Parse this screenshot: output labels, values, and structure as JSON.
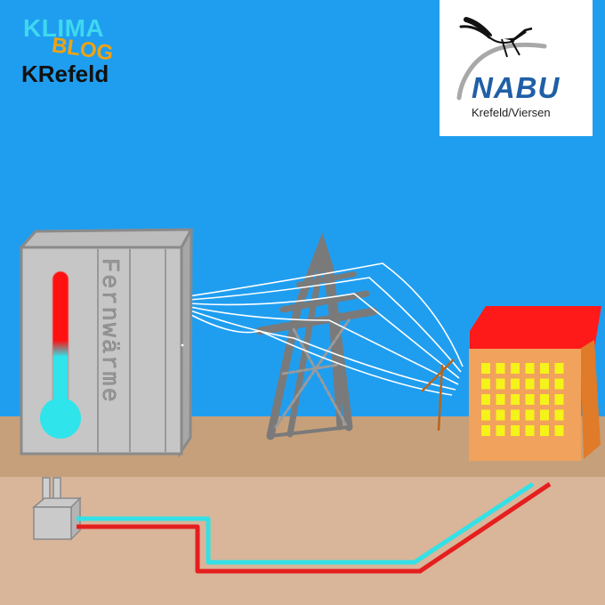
{
  "logo": {
    "line1": "KLIMA",
    "line2": "BLOG",
    "line3": "KRefeld"
  },
  "partner": {
    "name": "NABU",
    "region": "Krefeld/Viersen"
  },
  "building_label": "Fernwärme",
  "thermometer": {
    "hot_fraction": 0.5
  },
  "colors": {
    "sky": "#1f9ef0",
    "ground": "#c6a07a",
    "soil": "#d9b59a",
    "hot_pipe": "#e51e1e",
    "cold_pipe": "#33e1e6",
    "roof": "#ff1a1a",
    "house_wall": "#f1a25c",
    "window": "#f5f31a"
  }
}
